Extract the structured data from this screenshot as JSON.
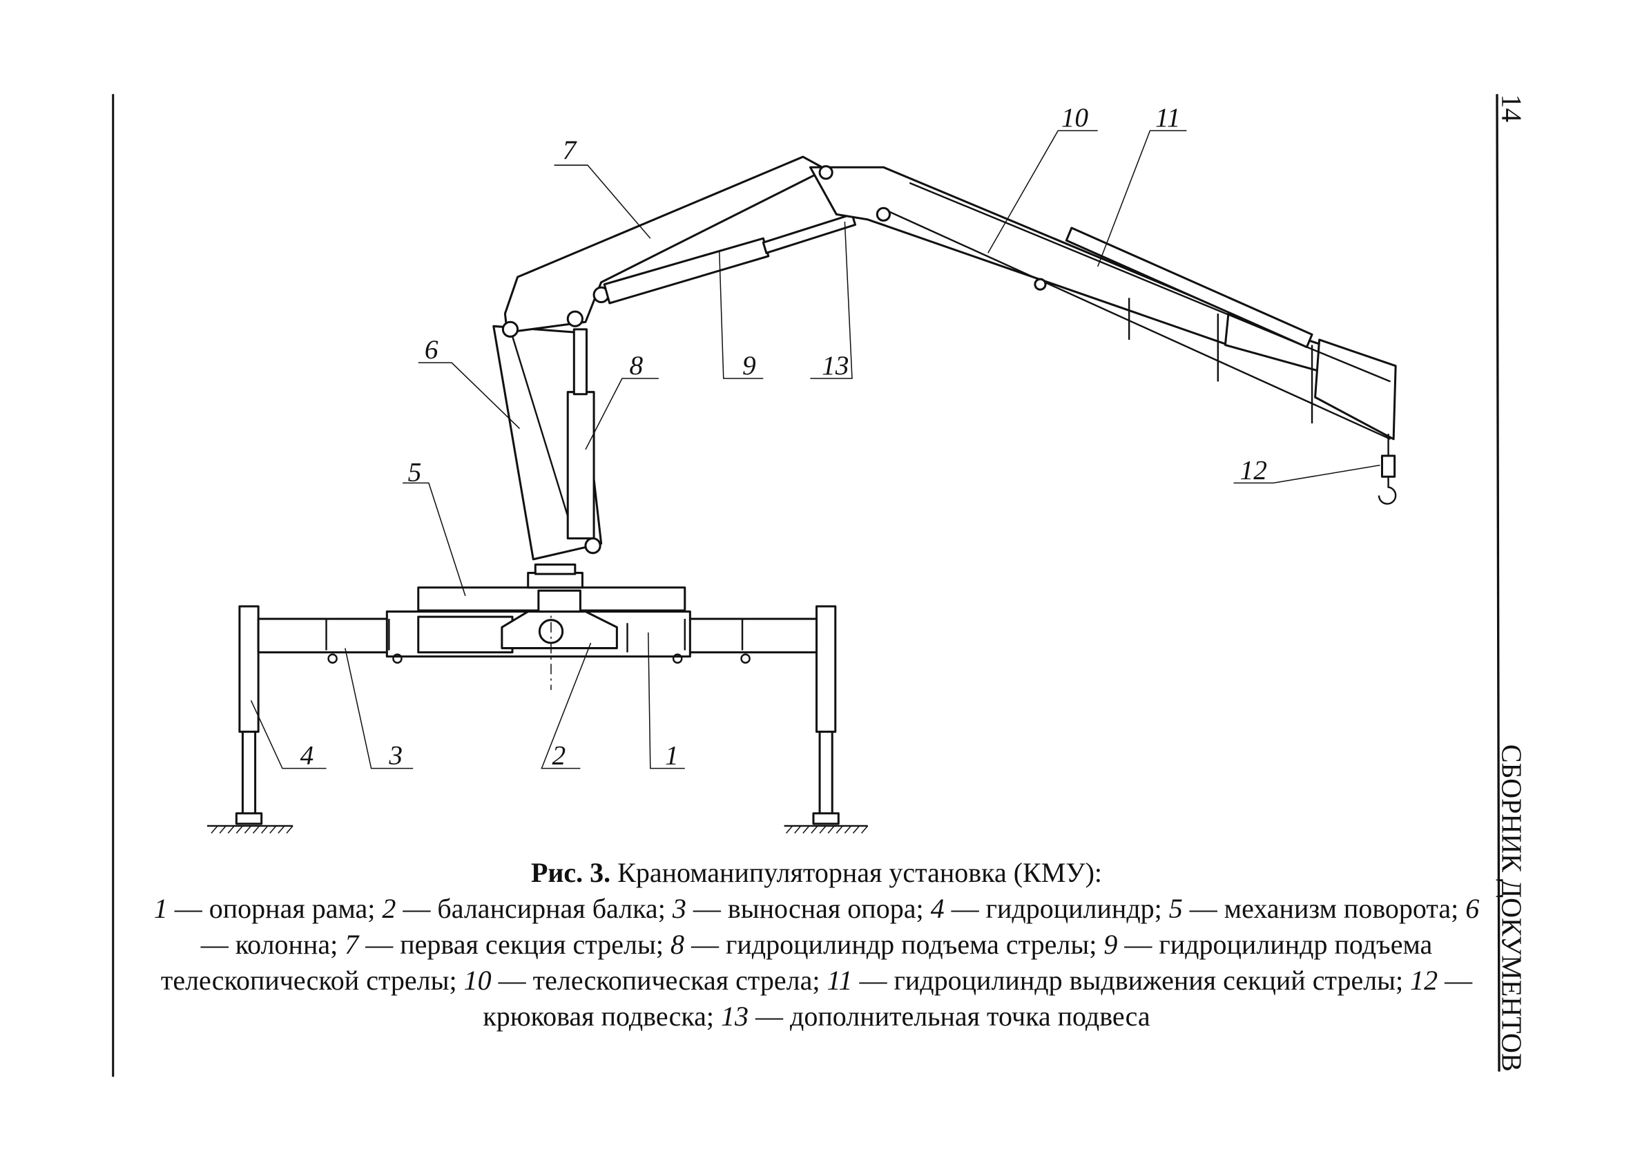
{
  "page": {
    "number": "14",
    "running_title": "СБОРНИК ДОКУМЕНТОВ"
  },
  "figure": {
    "labels": {
      "l1": "1",
      "l2": "2",
      "l3": "3",
      "l4": "4",
      "l5": "5",
      "l6": "6",
      "l7": "7",
      "l8": "8",
      "l9": "9",
      "l10": "10",
      "l11": "11",
      "l12": "12",
      "l13": "13"
    }
  },
  "caption": {
    "fig_ref": "Рис. 3.",
    "title": "Краноманипуляторная установка (КМУ):",
    "items": [
      {
        "num": "1",
        "text": "— опорная рама;"
      },
      {
        "num": "2",
        "text": "— балансирная балка;"
      },
      {
        "num": "3",
        "text": "— выносная опора;"
      },
      {
        "num": "4",
        "text": "— гидроцилиндр;"
      },
      {
        "num": "5",
        "text": "— механизм поворота;"
      },
      {
        "num": "6",
        "text": "— колонна;"
      },
      {
        "num": "7",
        "text": "— первая секция стрелы;"
      },
      {
        "num": "8",
        "text": "— гидроцилиндр подъема стрелы;"
      },
      {
        "num": "9",
        "text": "— гидроцилиндр подъема телескопической стрелы;"
      },
      {
        "num": "10",
        "text": "— телескопическая стрела;"
      },
      {
        "num": "11",
        "text": "— гидроцилиндр выдвижения секций стрелы;"
      },
      {
        "num": "12",
        "text": "— крюковая подвеска;"
      },
      {
        "num": "13",
        "text": "— дополнительная точка подвеса"
      }
    ]
  }
}
